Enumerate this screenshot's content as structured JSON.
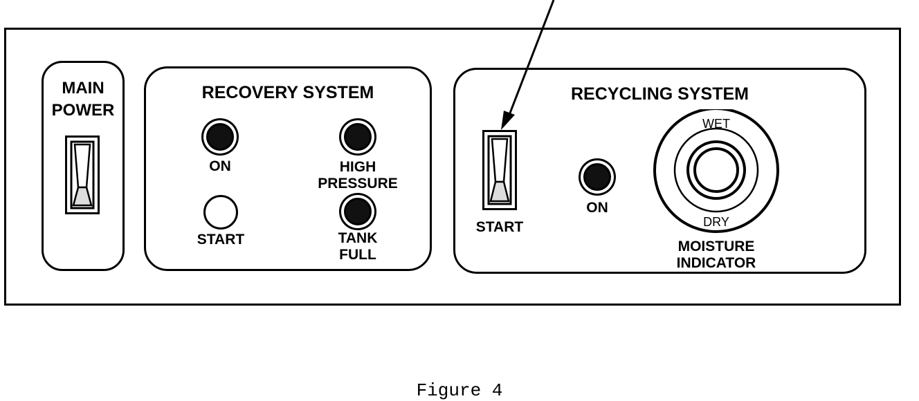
{
  "main_power": {
    "label_line1": "MAIN",
    "label_line2": "POWER"
  },
  "recovery": {
    "title": "RECOVERY SYSTEM",
    "on_label": "ON",
    "start_label": "START",
    "high_pressure_line1": "HIGH",
    "high_pressure_line2": "PRESSURE",
    "tank_full_line1": "TANK",
    "tank_full_line2": "FULL"
  },
  "recycling": {
    "title": "RECYCLING SYSTEM",
    "start_label": "START",
    "on_label": "ON",
    "wet_label": "WET",
    "dry_label": "DRY",
    "moisture_line1": "MOISTURE",
    "moisture_line2": "INDICATOR"
  },
  "caption": "Figure 4"
}
